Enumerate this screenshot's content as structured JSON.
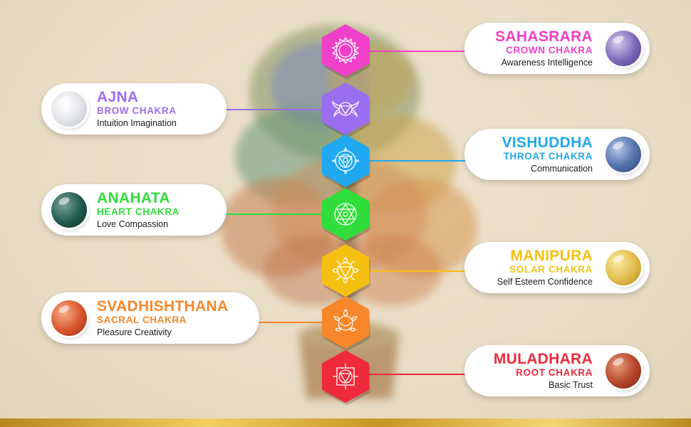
{
  "colors": {
    "crown": "#f03fc8",
    "brow": "#9b6ef0",
    "throat": "#20a8f0",
    "heart": "#30dd3a",
    "solar": "#f6c012",
    "sacral": "#f7872a",
    "root": "#ee2a3b"
  },
  "chakras": [
    {
      "name": "SAHASRARA",
      "sub": "CROWN CHAKRA",
      "desc": "Awareness Intelligence",
      "icon": "crown-chakra-icon",
      "stone": "amethyst-stone"
    },
    {
      "name": "AJNA",
      "sub": "BROW CHAKRA",
      "desc": "Intuition Imagination",
      "icon": "brow-chakra-icon",
      "stone": "clear-quartz-stone"
    },
    {
      "name": "VISHUDDHA",
      "sub": "THROAT CHAKRA",
      "desc": "Communication",
      "icon": "throat-chakra-icon",
      "stone": "lapis-stone"
    },
    {
      "name": "ANAHATA",
      "sub": "HEART CHAKRA",
      "desc": "Love Compassion",
      "icon": "heart-chakra-icon",
      "stone": "green-jade-stone"
    },
    {
      "name": "MANIPURA",
      "sub": "SOLAR CHAKRA",
      "desc": "Self Esteem Confidence",
      "icon": "solar-chakra-icon",
      "stone": "yellow-jasper-stone"
    },
    {
      "name": "SVADHISHTHANA",
      "sub": "SACRAL CHAKRA",
      "desc": "Pleasure Creativity",
      "icon": "sacral-chakra-icon",
      "stone": "carnelian-stone"
    },
    {
      "name": "MULADHARA",
      "sub": "ROOT CHAKRA",
      "desc": "Basic Trust",
      "icon": "root-chakra-icon",
      "stone": "red-jasper-stone"
    }
  ]
}
